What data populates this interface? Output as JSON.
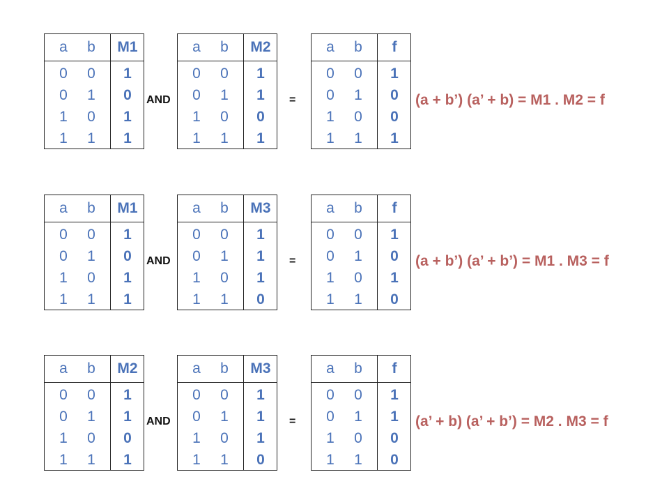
{
  "rows": [
    {
      "tables": [
        {
          "headers": [
            "a",
            "b",
            "M1"
          ],
          "a": [
            "0",
            "0",
            "1",
            "1"
          ],
          "b": [
            "0",
            "1",
            "0",
            "1"
          ],
          "out": [
            "1",
            "0",
            "1",
            "1"
          ]
        },
        {
          "headers": [
            "a",
            "b",
            "M2"
          ],
          "a": [
            "0",
            "0",
            "1",
            "1"
          ],
          "b": [
            "0",
            "1",
            "0",
            "1"
          ],
          "out": [
            "1",
            "1",
            "0",
            "1"
          ]
        },
        {
          "headers": [
            "a",
            "b",
            "f"
          ],
          "a": [
            "0",
            "0",
            "1",
            "1"
          ],
          "b": [
            "0",
            "1",
            "0",
            "1"
          ],
          "out": [
            "1",
            "0",
            "0",
            "1"
          ]
        }
      ],
      "op": "AND",
      "eq": "=",
      "equation": "(a + b’) (a’ + b) = M1 . M2 = f"
    },
    {
      "tables": [
        {
          "headers": [
            "a",
            "b",
            "M1"
          ],
          "a": [
            "0",
            "0",
            "1",
            "1"
          ],
          "b": [
            "0",
            "1",
            "0",
            "1"
          ],
          "out": [
            "1",
            "0",
            "1",
            "1"
          ]
        },
        {
          "headers": [
            "a",
            "b",
            "M3"
          ],
          "a": [
            "0",
            "0",
            "1",
            "1"
          ],
          "b": [
            "0",
            "1",
            "0",
            "1"
          ],
          "out": [
            "1",
            "1",
            "1",
            "0"
          ]
        },
        {
          "headers": [
            "a",
            "b",
            "f"
          ],
          "a": [
            "0",
            "0",
            "1",
            "1"
          ],
          "b": [
            "0",
            "1",
            "0",
            "1"
          ],
          "out": [
            "1",
            "0",
            "1",
            "0"
          ]
        }
      ],
      "op": "AND",
      "eq": "=",
      "equation": "(a + b’) (a’ + b’) = M1 . M3 = f"
    },
    {
      "tables": [
        {
          "headers": [
            "a",
            "b",
            "M2"
          ],
          "a": [
            "0",
            "0",
            "1",
            "1"
          ],
          "b": [
            "0",
            "1",
            "0",
            "1"
          ],
          "out": [
            "1",
            "1",
            "0",
            "1"
          ]
        },
        {
          "headers": [
            "a",
            "b",
            "M3"
          ],
          "a": [
            "0",
            "0",
            "1",
            "1"
          ],
          "b": [
            "0",
            "1",
            "0",
            "1"
          ],
          "out": [
            "1",
            "1",
            "1",
            "0"
          ]
        },
        {
          "headers": [
            "a",
            "b",
            "f"
          ],
          "a": [
            "0",
            "0",
            "1",
            "1"
          ],
          "b": [
            "0",
            "1",
            "0",
            "1"
          ],
          "out": [
            "1",
            "1",
            "0",
            "0"
          ]
        }
      ],
      "op": "AND",
      "eq": "=",
      "equation": "(a’ + b) (a’ + b’) = M2 . M3 = f"
    }
  ],
  "colors": {
    "table_text": "#4a72b8",
    "equation_text": "#b8605e",
    "border": "#222222"
  }
}
